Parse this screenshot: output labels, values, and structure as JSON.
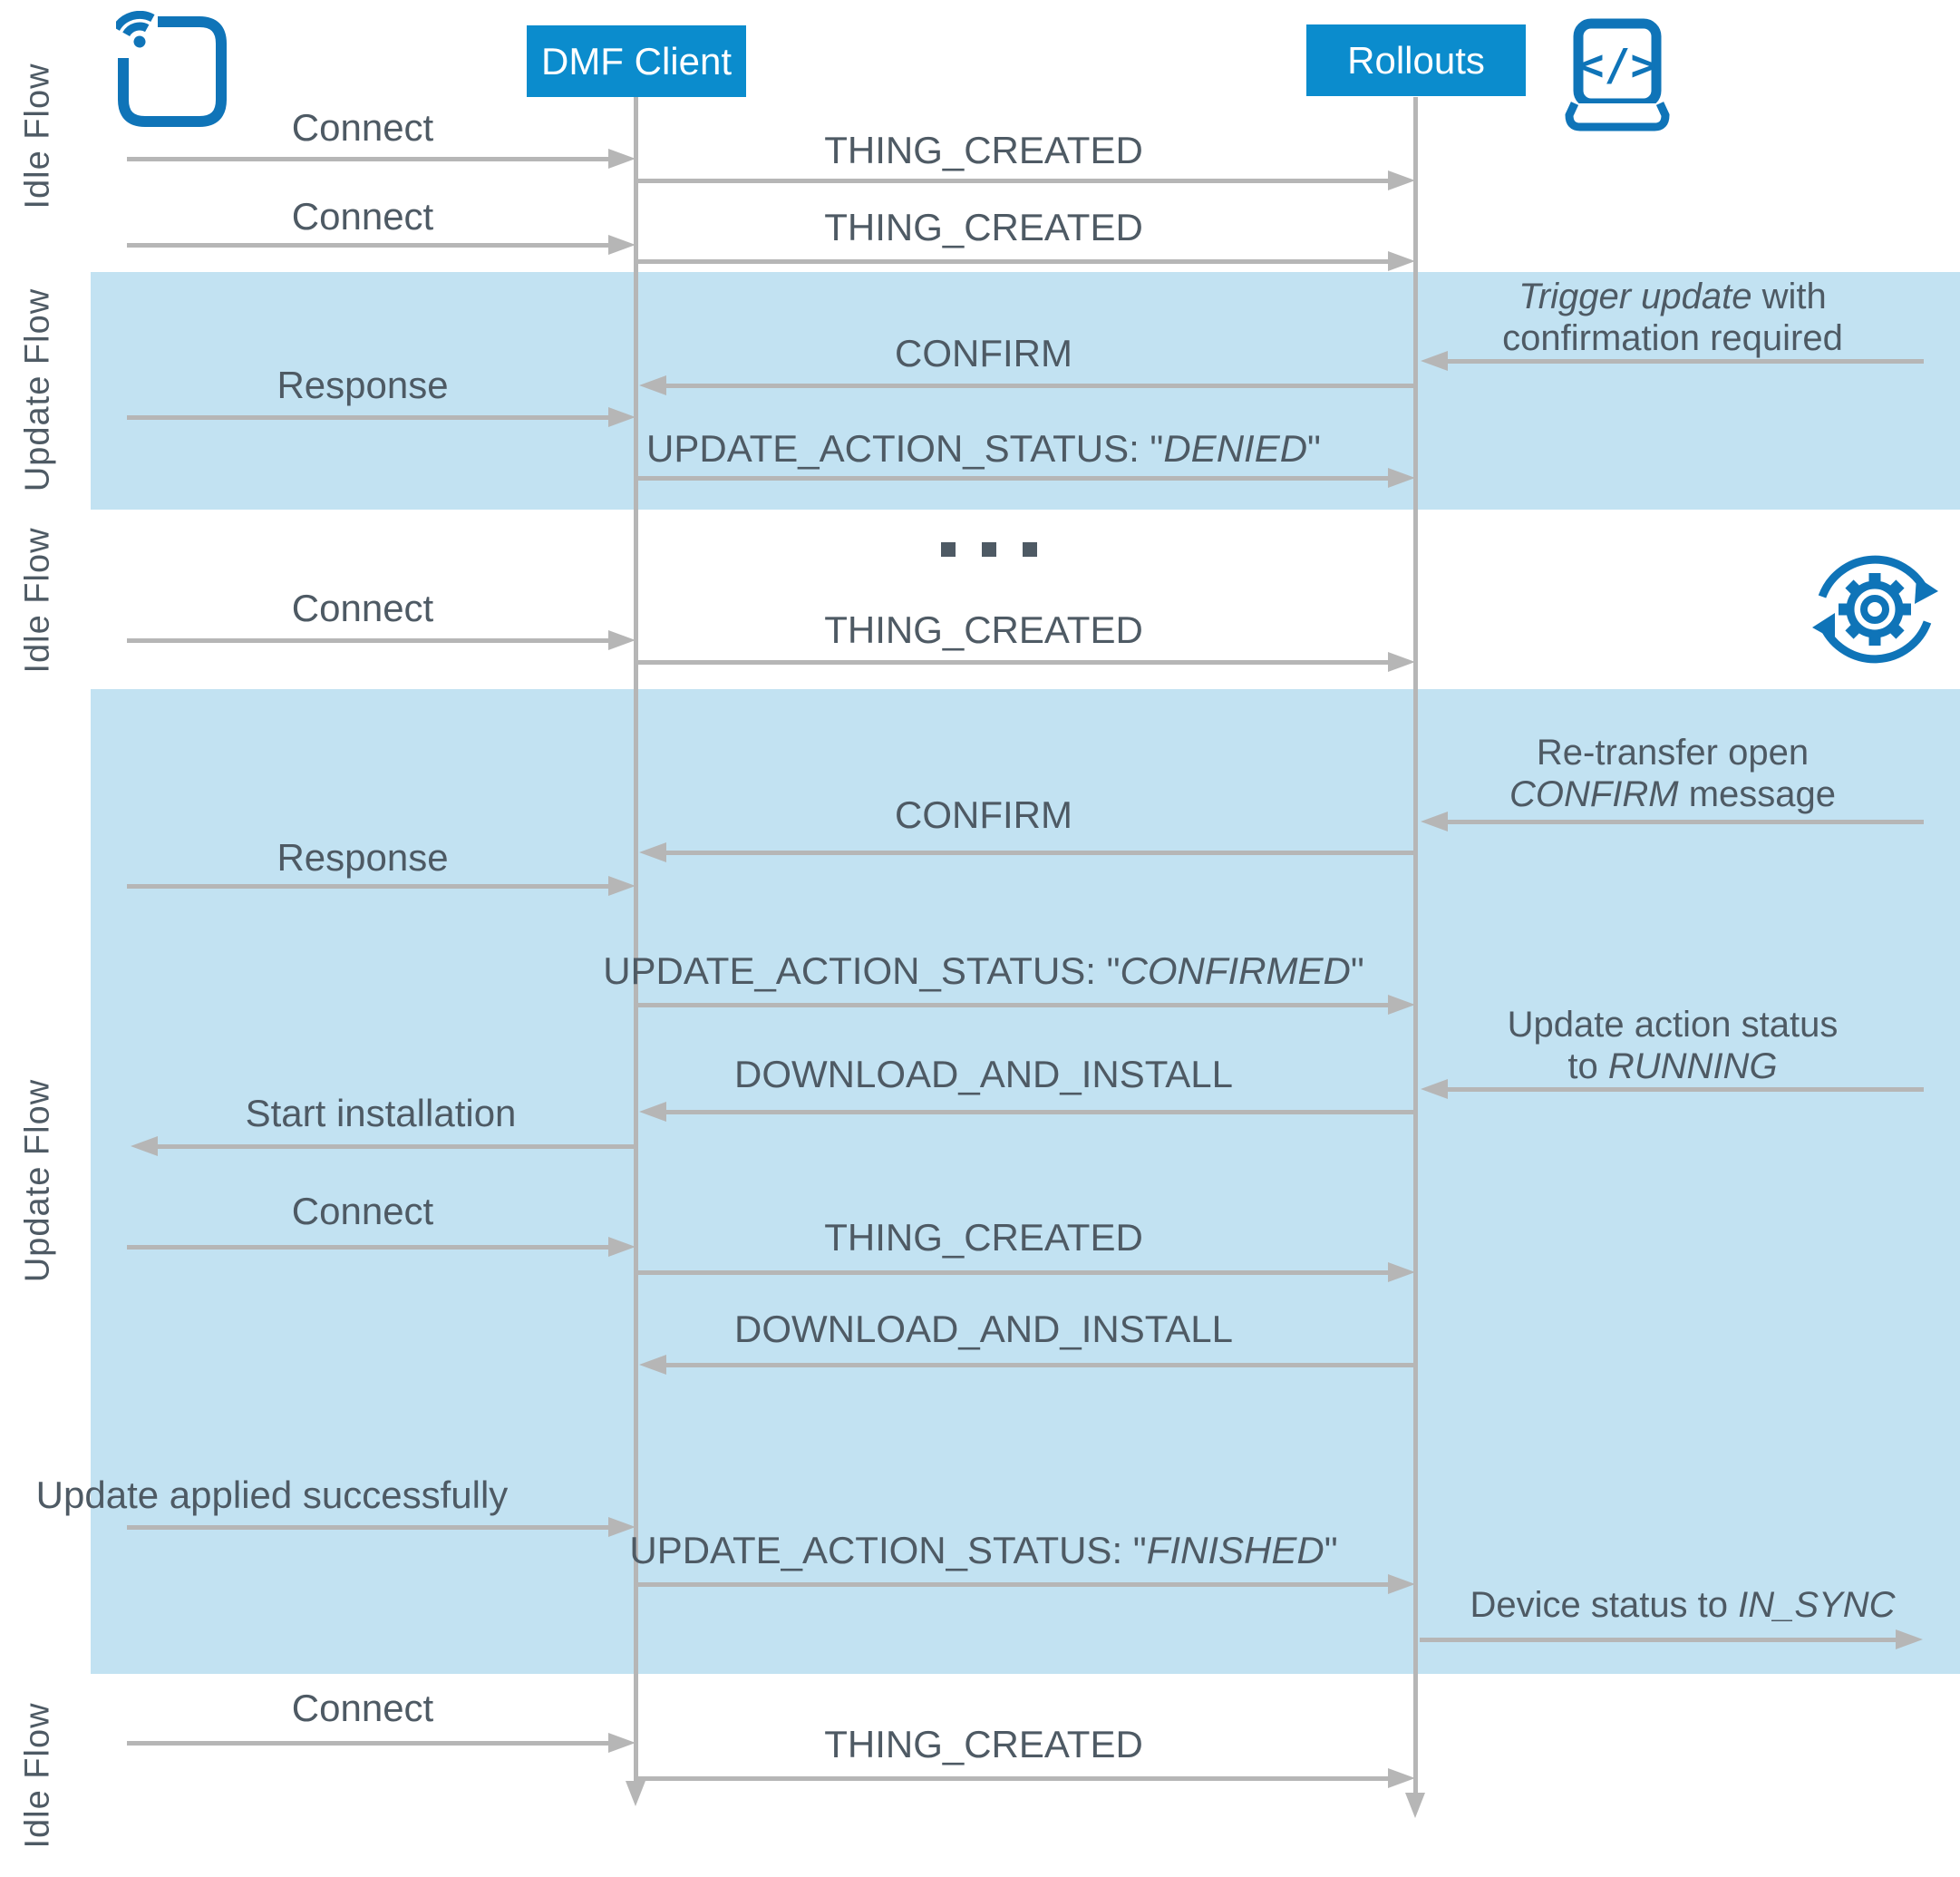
{
  "palette": {
    "actor_box_blue": "#0b8ccd",
    "icon_blue": "#0f74b8",
    "flow_band_blue": "#c2e2f2",
    "arrow_gray": "#b6b6b6",
    "text_dark_slate": "#4e5a64"
  },
  "actors": {
    "dmf_client": "DMF Client",
    "rollouts": "Rollouts"
  },
  "icons": {
    "device": "iot-device-wifi-icon",
    "developer": "developer-laptop-code-icon",
    "sync": "gear-sync-icon"
  },
  "side_labels": {
    "idle_top": "Idle Flow",
    "update_top": "Update Flow",
    "idle_mid": "Idle Flow",
    "update_main": "Update Flow",
    "idle_bottom": "Idle Flow"
  },
  "messages": {
    "connect_1": "Connect",
    "thing_created_1": "THING_CREATED",
    "connect_2": "Connect",
    "thing_created_2": "THING_CREATED",
    "confirm_1": "CONFIRM",
    "response_1": "Response",
    "uas_prefix": "UPDATE_ACTION_STATUS: \"",
    "quote_close": "\"",
    "uas_denied_value": "DENIED",
    "connect_3": "Connect",
    "thing_created_3": "THING_CREATED",
    "confirm_2": "CONFIRM",
    "response_2": "Response",
    "uas_confirmed_value": "CONFIRMED",
    "download_install_1": "DOWNLOAD_AND_INSTALL",
    "start_installation": "Start installation",
    "connect_4": "Connect",
    "thing_created_4": "THING_CREATED",
    "download_install_2": "DOWNLOAD_AND_INSTALL",
    "update_applied": "Update applied successfully",
    "uas_finished_value": "FINISHED",
    "connect_5": "Connect",
    "thing_created_5": "THING_CREATED"
  },
  "notes": {
    "trigger_italic": "Trigger update",
    "trigger_rest": " with",
    "trigger_line2": "confirmation required",
    "retransfer_line1": "Re-transfer open",
    "retransfer_italic": "CONFIRM",
    "retransfer_rest": " message",
    "action_status_line1": "Update action status",
    "action_status_line2_prefix": "to ",
    "action_status_italic": "RUNNING",
    "device_status_prefix": "Device status to ",
    "device_status_italic": "IN_SYNC"
  }
}
